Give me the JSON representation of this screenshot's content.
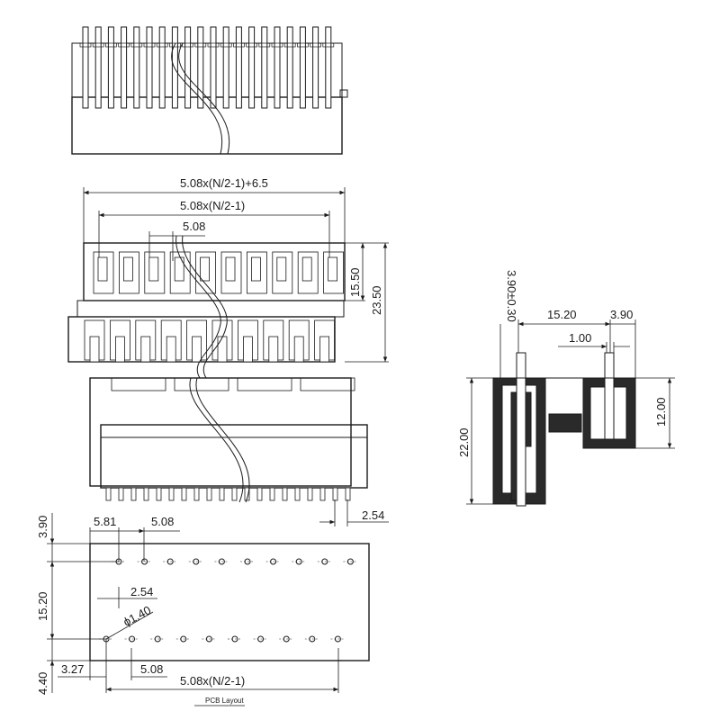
{
  "top_view": {
    "dim_overall": "5.08x(N/2-1)+6.5",
    "dim_span": "5.08x(N/2-1)",
    "dim_pitch": "5.08",
    "dim_height_upper": "15.50",
    "dim_height_total": "23.50",
    "dim_pin_pitch": "2.54"
  },
  "side_view": {
    "dim_pin_offset": "3.90±0.30",
    "dim_spacing": "15.20",
    "dim_pin_head": "3.90",
    "dim_pin_width": "1.00",
    "dim_height_right": "12.00",
    "dim_height_left": "22.00"
  },
  "pcb_layout": {
    "dim_top_margin": "3.90",
    "dim_row_spacing": "15.20",
    "dim_bottom_margin": "4.40",
    "dim_first_x": "5.81",
    "dim_pitch_top": "5.08",
    "dim_offset": "2.54",
    "dim_hole": "ϕ1.40",
    "dim_left_offset": "3.27",
    "dim_pitch_bottom": "5.08",
    "dim_span": "5.08x(N/2-1)",
    "caption": "PCB Layout"
  }
}
